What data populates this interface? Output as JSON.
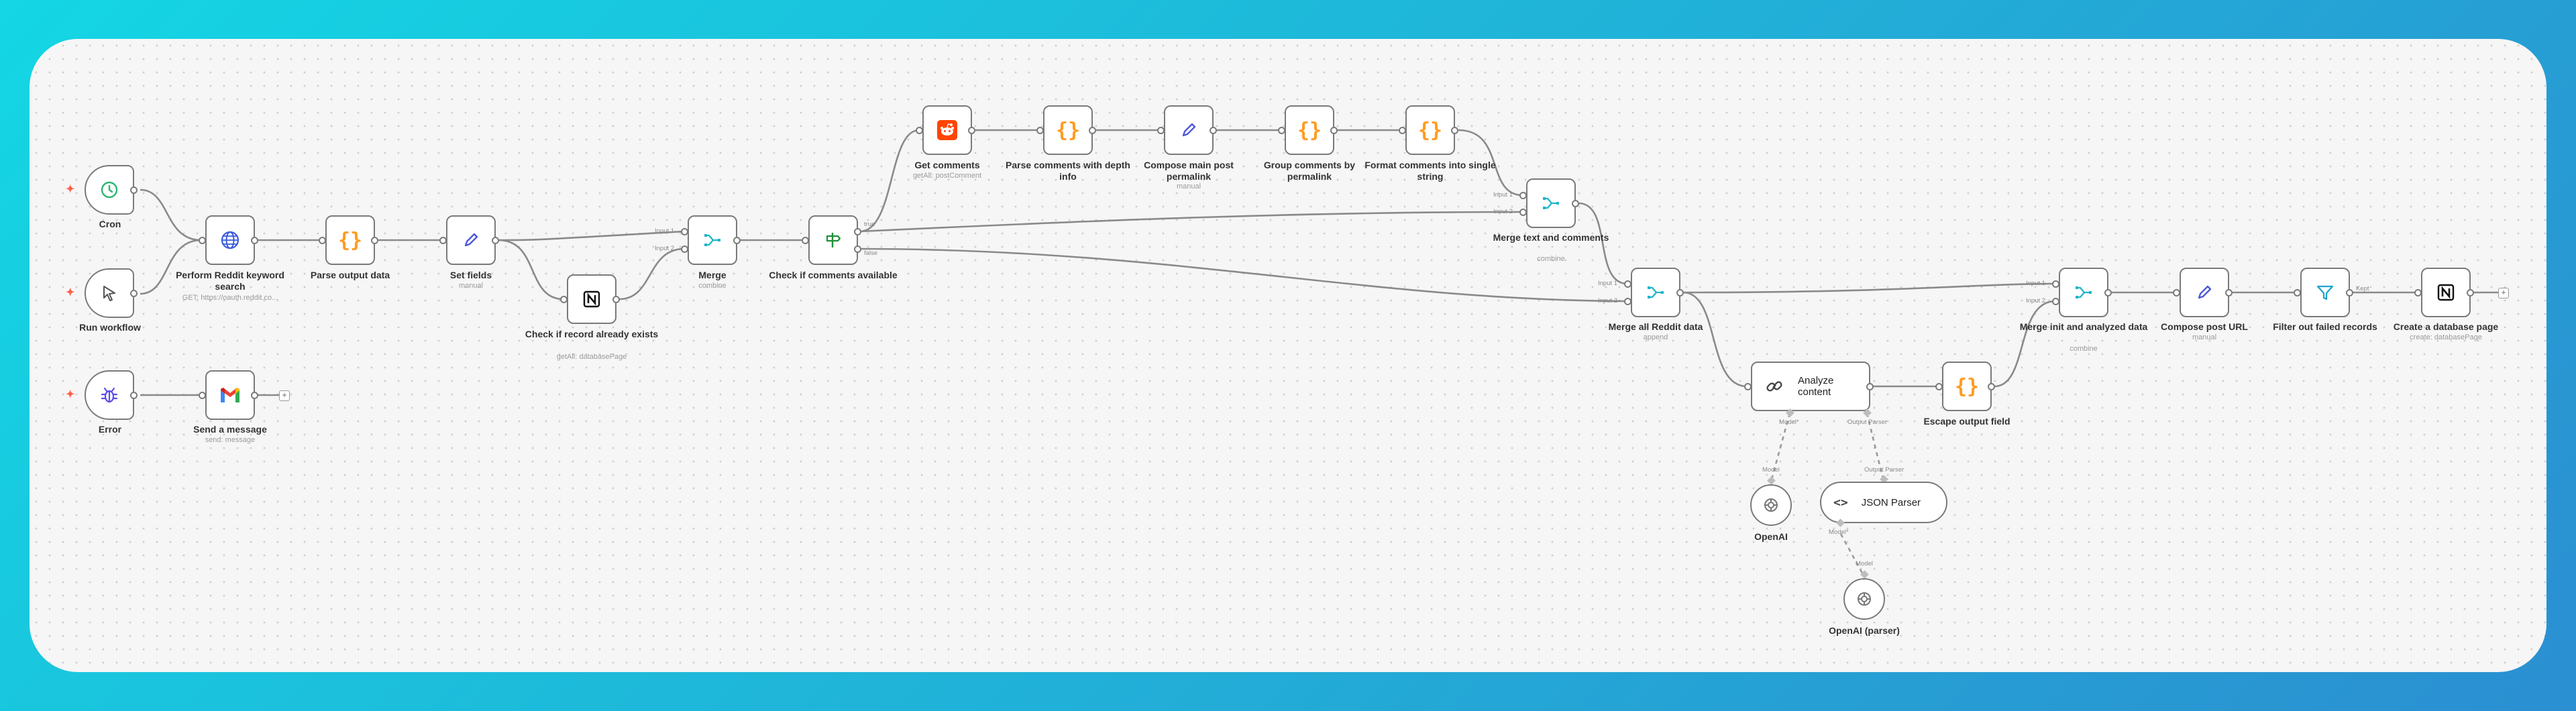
{
  "canvas": {
    "plus_label": "+"
  },
  "nodes": {
    "cron": {
      "label": "Cron",
      "icon": "clock-icon"
    },
    "run": {
      "label": "Run workflow",
      "icon": "cursor-icon"
    },
    "error": {
      "label": "Error",
      "icon": "bug-icon"
    },
    "reddit_search": {
      "label": "Perform Reddit keyword search",
      "sub": "GET: https://oauth.reddit.co...",
      "icon": "globe-icon"
    },
    "parse_output": {
      "label": "Parse output data",
      "icon": "code-braces-icon"
    },
    "set_fields": {
      "label": "Set fields",
      "sub": "manual",
      "icon": "pencil-icon"
    },
    "check_record": {
      "label": "Check if record already exists",
      "sub": "getAll: databasePage",
      "icon": "notion-icon"
    },
    "merge": {
      "label": "Merge",
      "sub": "combine",
      "icon": "merge-icon",
      "in1": "Input 1",
      "in2": "Input 2"
    },
    "check_comments": {
      "label": "Check if comments available",
      "icon": "signpost-icon",
      "out_true": "true",
      "out_false": "false"
    },
    "get_comments": {
      "label": "Get comments",
      "sub": "getAll: postComment",
      "icon": "reddit-icon"
    },
    "parse_comments": {
      "label": "Parse comments with depth info",
      "icon": "code-braces-icon"
    },
    "compose_main": {
      "label": "Compose main post permalink",
      "sub": "manual",
      "icon": "pencil-icon"
    },
    "group_comments": {
      "label": "Group comments by permalink",
      "icon": "code-braces-icon"
    },
    "format_comments": {
      "label": "Format comments into single string",
      "icon": "code-braces-icon"
    },
    "merge_text": {
      "label": "Merge text and comments",
      "sub": "combine",
      "icon": "merge-icon",
      "in1": "Input 1",
      "in2": "Input 2"
    },
    "merge_all": {
      "label": "Merge all Reddit data",
      "sub": "append",
      "icon": "merge-icon",
      "in1": "Input 1",
      "in2": "Input 2"
    },
    "analyze": {
      "label": "Analyze content",
      "icon": "link-icon",
      "model": "Model*",
      "parser": "Output Parser"
    },
    "escape": {
      "label": "Escape output field",
      "icon": "code-braces-icon"
    },
    "openai": {
      "label": "OpenAI",
      "icon": "openai-icon",
      "model": "Model"
    },
    "json_parser": {
      "label": "JSON Parser",
      "icon": "code-brackets-icon",
      "top": "Output Parser",
      "bottom": "Model*"
    },
    "openai_parser": {
      "label": "OpenAI (parser)",
      "icon": "openai-icon",
      "model": "Model"
    },
    "merge_init": {
      "label": "Merge init and analyzed data",
      "sub": "combine",
      "icon": "merge-icon",
      "in1": "Input 1",
      "in2": "Input 2"
    },
    "compose_url": {
      "label": "Compose post URL",
      "sub": "manual",
      "icon": "pencil-icon"
    },
    "filter_failed": {
      "label": "Filter out failed records",
      "icon": "filter-icon",
      "kept": "Kept"
    },
    "create_page": {
      "label": "Create a database page",
      "sub": "create: databasePage",
      "icon": "notion-icon"
    },
    "send_message": {
      "label": "Send a message",
      "sub": "send: message",
      "icon": "gmail-icon"
    }
  },
  "colors": {
    "canvas_bg": "#f6f6f6",
    "node_border": "#7a7a7a",
    "trigger_bolt": "#ff5f4a",
    "code_orange": "#ff9b22",
    "pencil_blue": "#4a56d8",
    "merge_teal": "#1fb5c9",
    "reddit_orange": "#ff4500",
    "error_blue": "#5c4de6"
  }
}
